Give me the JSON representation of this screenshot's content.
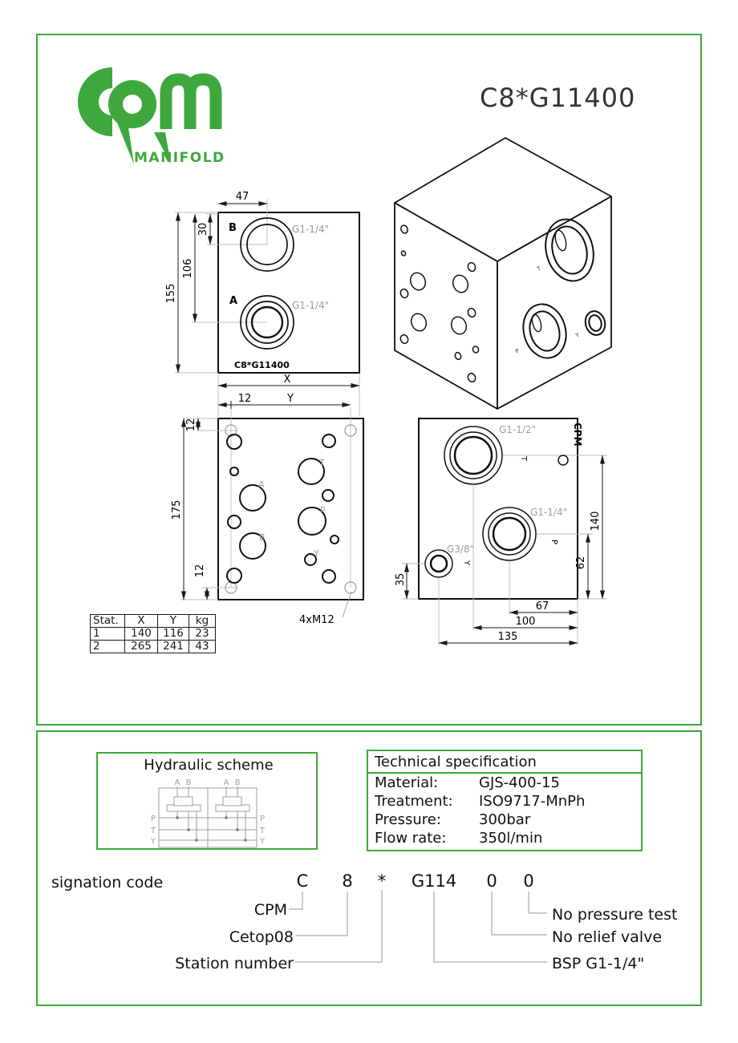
{
  "colors": {
    "accent_green": "#3ea83e",
    "line_black": "#1a1a1a",
    "muted_gray": "#999999"
  },
  "header": {
    "title": "C8*G11400"
  },
  "logo": {
    "brand": "CPM",
    "subtitle": "MANIFOLD"
  },
  "front_view": {
    "port_b": "B",
    "port_a": "A",
    "thread_b": "G1-1/4\"",
    "thread_a": "G1-1/4\"",
    "part_label": "C8*G11400",
    "dim_47": "47",
    "dim_30": "30",
    "dim_106": "106",
    "dim_155": "155"
  },
  "bottom_view": {
    "dim_x": "X",
    "dim_y": "Y",
    "dim_12": "12",
    "dim_175": "175",
    "hole_a": "A",
    "hole_b": "B",
    "hole_t": "T",
    "hole_p": "P",
    "hole_y": "Y",
    "mounting": "4xM12"
  },
  "side_view": {
    "brand": "CPM",
    "port_t": "T",
    "port_p": "P",
    "port_y": "Y",
    "thread_t": "G1-1/2\"",
    "thread_p": "G1-1/4\"",
    "thread_y": "G3/8\"",
    "dim_140": "140",
    "dim_62": "62",
    "dim_35": "35",
    "dim_67": "67",
    "dim_100": "100",
    "dim_135": "135"
  },
  "stations_table": {
    "headers": [
      "Stat.",
      "X",
      "Y",
      "kg"
    ],
    "rows": [
      [
        "1",
        "140",
        "116",
        "23"
      ],
      [
        "2",
        "265",
        "241",
        "43"
      ]
    ]
  },
  "hydraulic_scheme": {
    "title": "Hydraulic scheme",
    "port_a": "A",
    "port_b": "B",
    "rail_p": "P",
    "rail_t": "T",
    "rail_y": "Y"
  },
  "tech_spec": {
    "title": "Technical specification",
    "rows": [
      {
        "label": "Material:",
        "value": "GJS-400-15"
      },
      {
        "label": "Treatment:",
        "value": "ISO9717-MnPh"
      },
      {
        "label": "Pressure:",
        "value": "300bar"
      },
      {
        "label": "Flow rate:",
        "value": "350l/min"
      }
    ]
  },
  "designation": {
    "label": "signation code",
    "code_c": "C",
    "code_8": "8",
    "code_star": "*",
    "code_g114": "G114",
    "code_0a": "0",
    "code_0b": "0",
    "callout_cpm": "CPM",
    "callout_cetop": "Cetop08",
    "callout_station": "Station number",
    "callout_bsp": "BSP G1-1/4\"",
    "callout_relief": "No relief valve",
    "callout_ptest": "No pressure test"
  }
}
